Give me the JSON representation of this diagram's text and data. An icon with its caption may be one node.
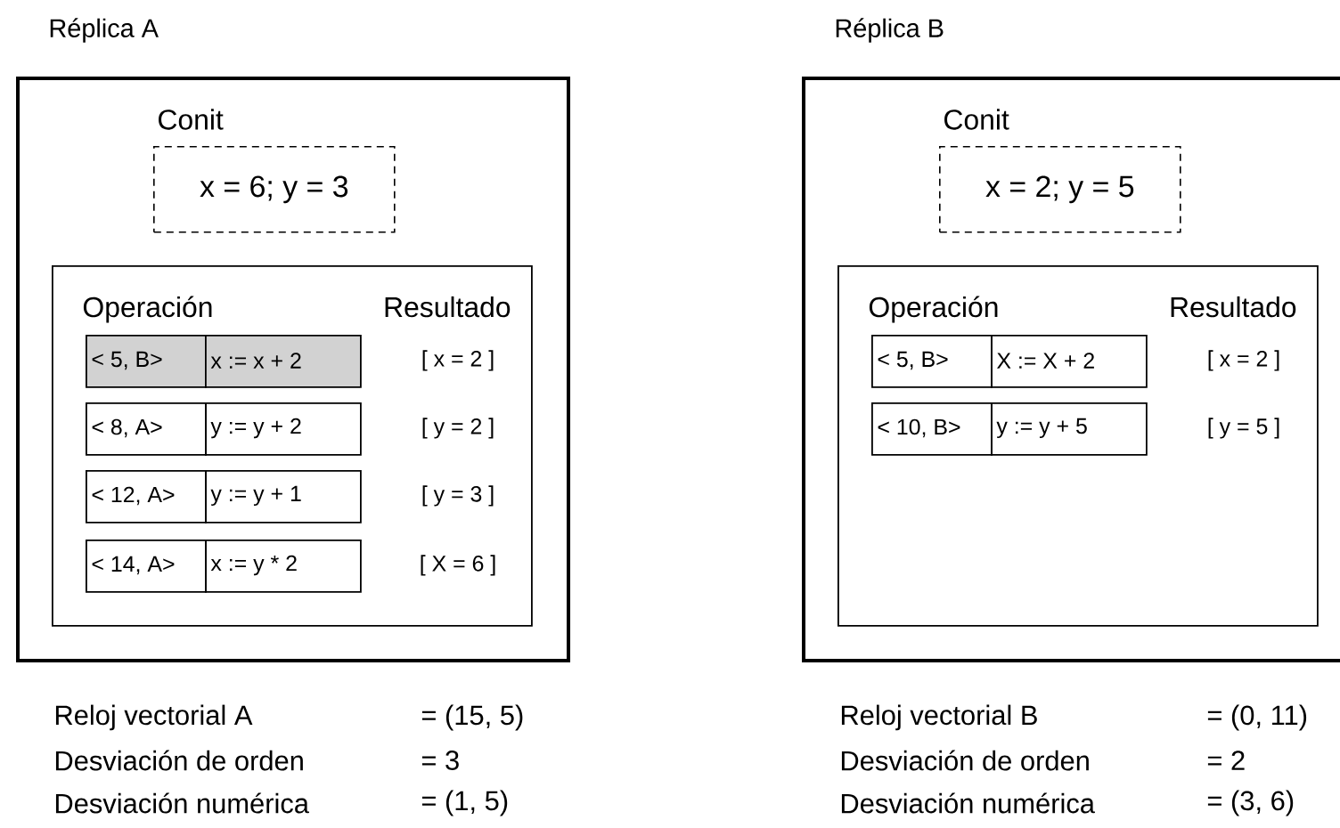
{
  "diagram": {
    "nodes": [
      {
        "text": [
          "Réplica A"
        ]
      },
      {
        "text": [
          "Conit",
          "x = 6; y = 3"
        ],
        "in": 0
      },
      {
        "text": [
          "Operación",
          "Resultado"
        ],
        "in": 0
      },
      {
        "text": [
          "< 5, B>"
        ],
        "in": 2
      },
      {
        "text": [
          "x := x + 2"
        ],
        "in": 2,
        "beside": [
          "[ x = 2 ]"
        ]
      },
      {
        "text": [
          "< 8, A>"
        ],
        "in": 2
      },
      {
        "text": [
          "y := y + 2"
        ],
        "in": 2,
        "beside": [
          "[ y = 2 ]"
        ]
      },
      {
        "text": [
          "< 12, A>"
        ],
        "in": 2
      },
      {
        "text": [
          "y := y + 1"
        ],
        "in": 2,
        "beside": [
          "[ y = 3 ]"
        ]
      },
      {
        "text": [
          "< 14, A>"
        ],
        "in": 2
      },
      {
        "text": [
          "x := y * 2"
        ],
        "in": 2,
        "beside": [
          "[ X = 6 ]"
        ]
      },
      {
        "text": [
          "Réplica B"
        ]
      },
      {
        "text": [
          "Conit",
          "x = 2; y = 5"
        ],
        "in": 11
      },
      {
        "text": [
          "Operación",
          "Resultado"
        ],
        "in": 11
      },
      {
        "text": [
          "< 5, B>"
        ],
        "in": 13
      },
      {
        "text": [
          "X := X + 2"
        ],
        "in": 13,
        "beside": [
          "[ x = 2 ]"
        ]
      },
      {
        "text": [
          "< 10, B>"
        ],
        "in": 13
      },
      {
        "text": [
          "y := y + 5"
        ],
        "in": 13,
        "beside": [
          "[ y = 5 ]"
        ]
      }
    ],
    "labels": [
      "Reloj vectorial A",
      "= (15, 5)",
      "Desviación de orden",
      "= 3",
      "Desviación numérica",
      "= (1, 5)",
      "Reloj vectorial B",
      "= (0, 11)",
      "Desviación de orden",
      "= 2",
      "Desviación numérica",
      "= (3, 6)"
    ]
  }
}
